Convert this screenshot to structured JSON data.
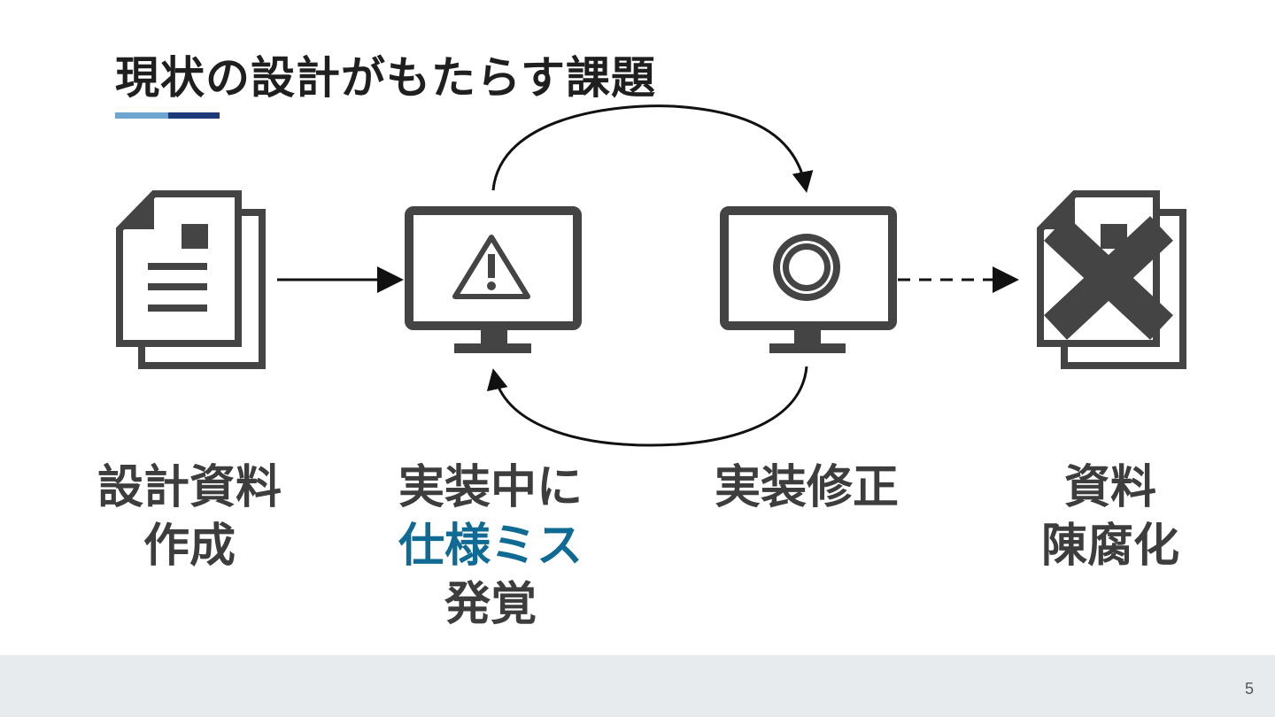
{
  "slide": {
    "title": "現状の設計がもたらす課題",
    "page_number": "5"
  },
  "colors": {
    "icon": "#444444",
    "text": "#3d3d3d",
    "highlight": "#0f6b94",
    "accent_light": "#6fa6cf",
    "accent_dark": "#1f3a78",
    "footer_bg": "#e8ebee"
  },
  "steps": [
    {
      "icon": "document-stack-icon",
      "lines": [
        "設計資料",
        "作成"
      ]
    },
    {
      "icon": "monitor-warning-icon",
      "lines": [
        "実装中に",
        "仕様ミス",
        "発覚"
      ],
      "highlight_line": 1
    },
    {
      "icon": "monitor-circle-icon",
      "lines": [
        "実装修正"
      ]
    },
    {
      "icon": "document-crossed-icon",
      "lines": [
        "資料",
        "陳腐化"
      ]
    }
  ]
}
